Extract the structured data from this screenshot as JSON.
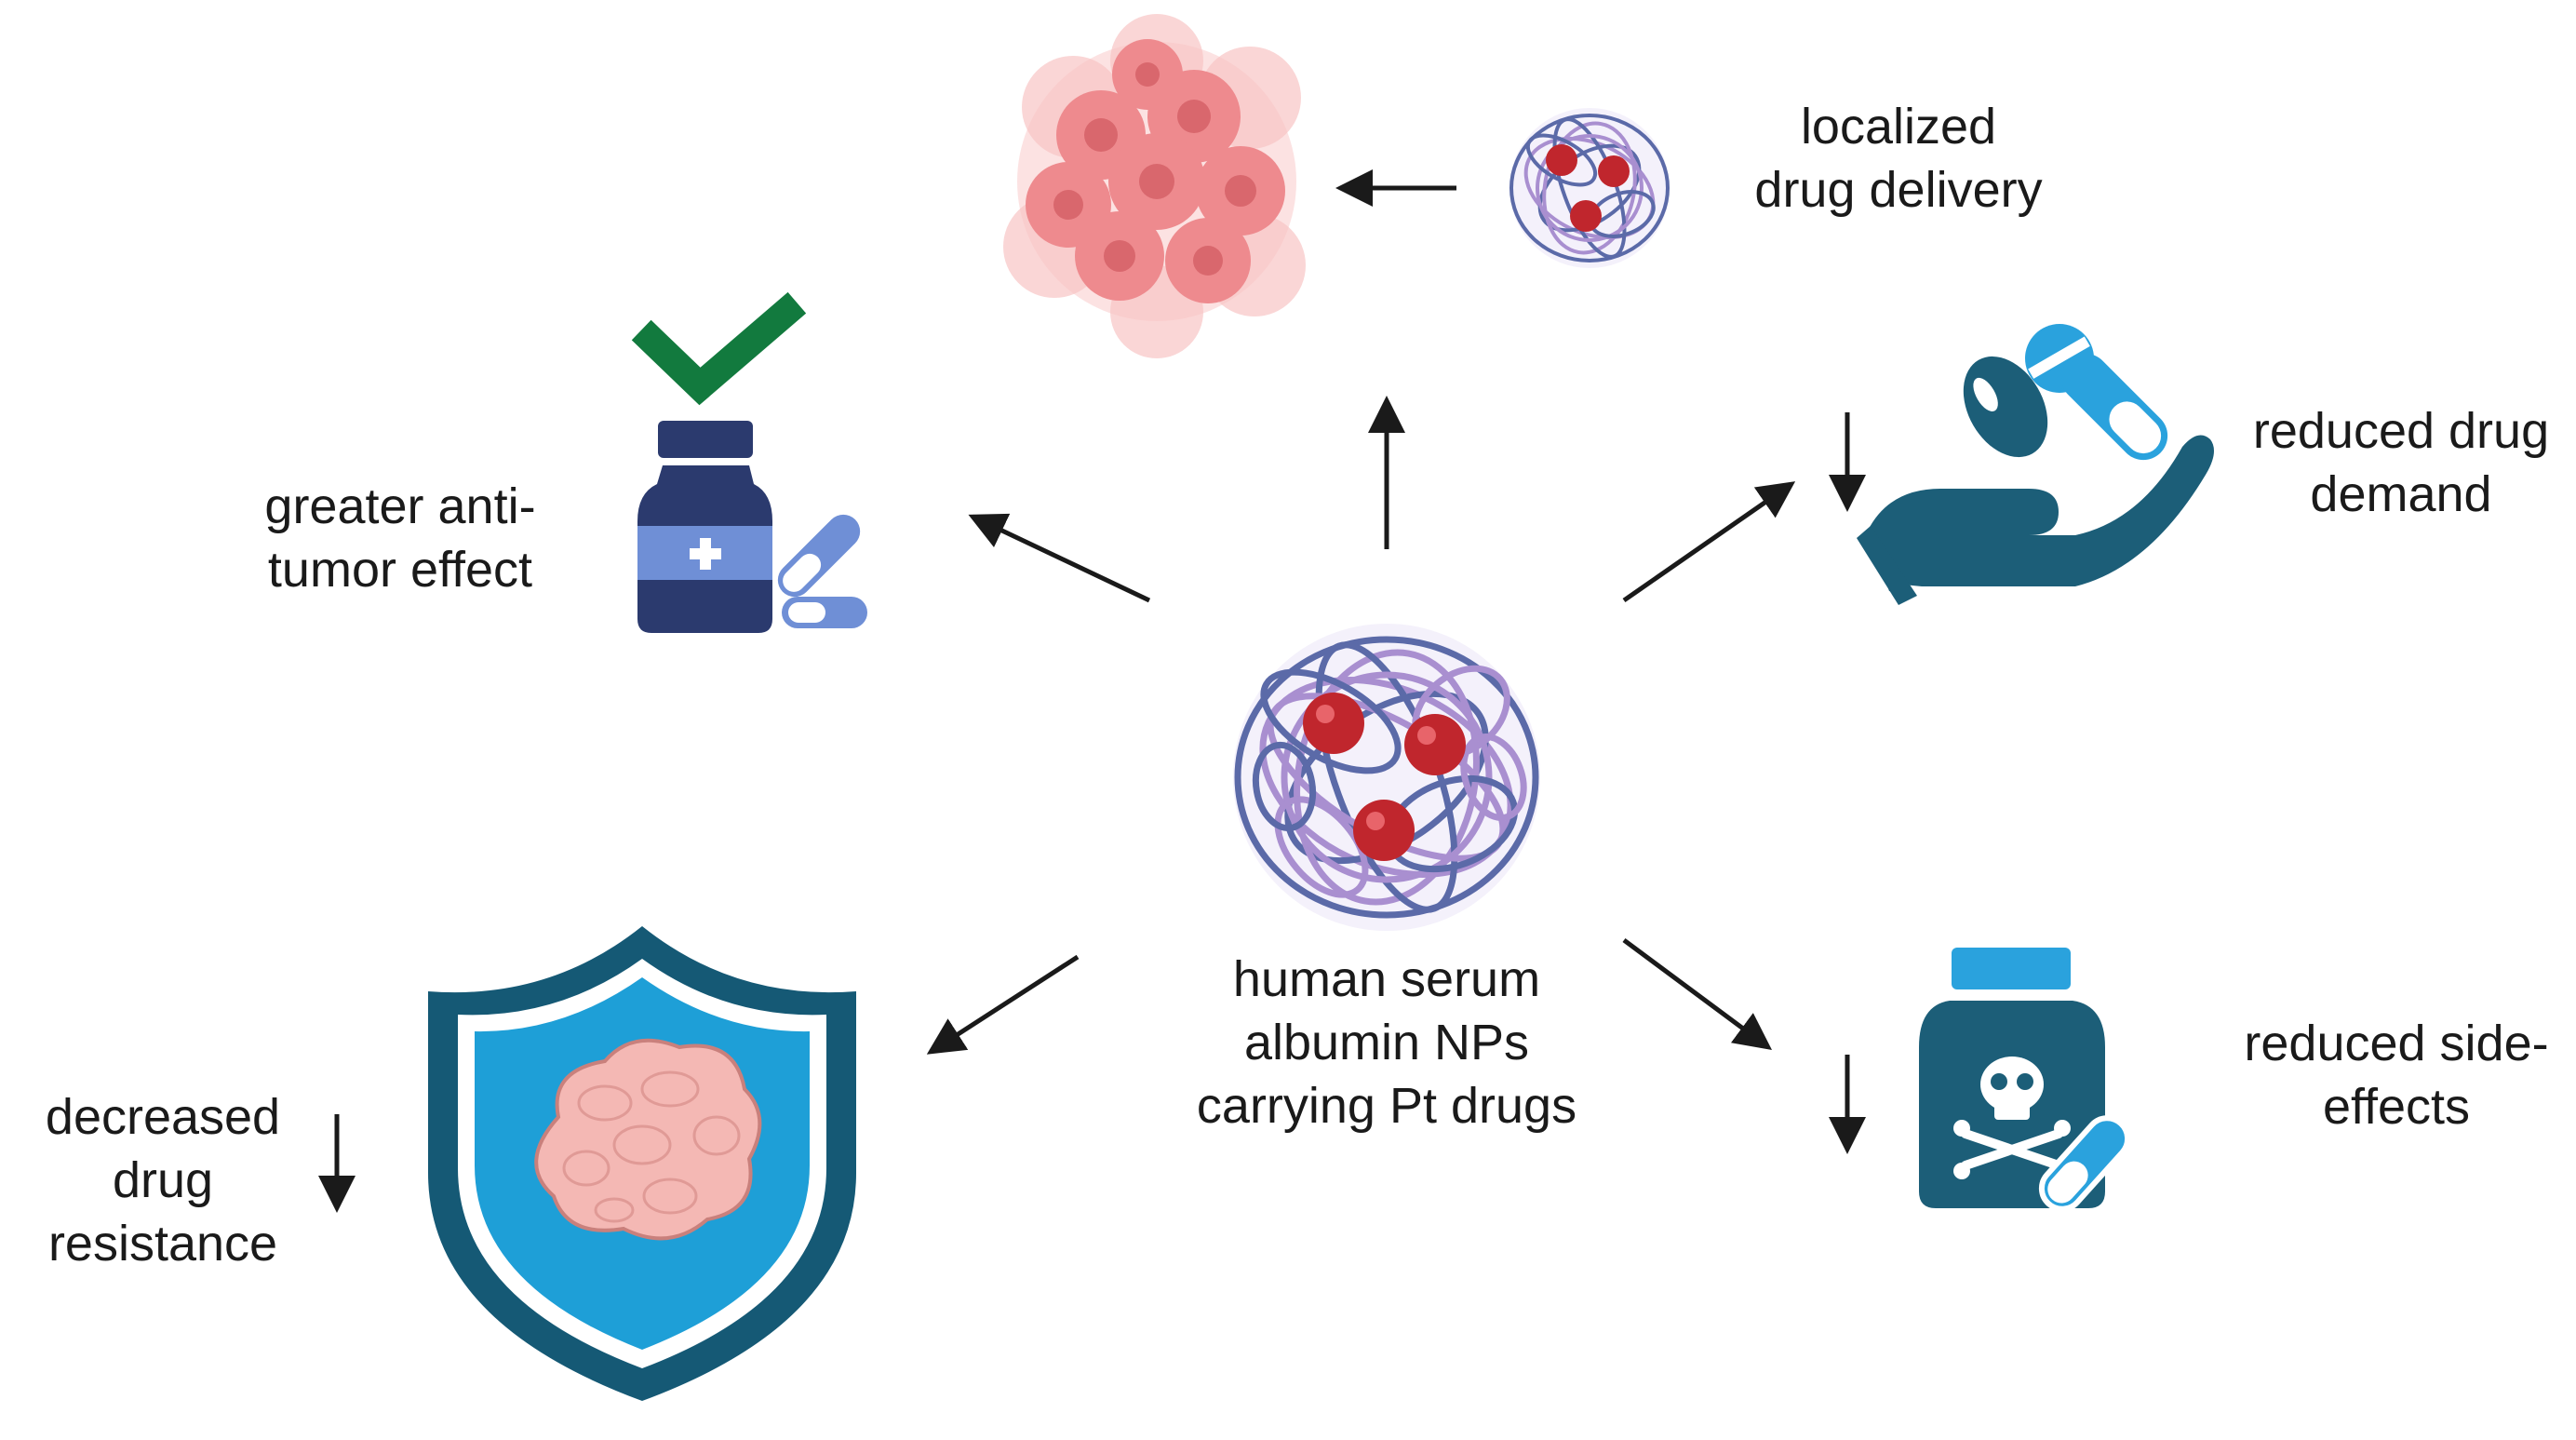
{
  "center": {
    "label_lines": [
      "human serum",
      "albumin NPs",
      "carrying Pt drugs"
    ]
  },
  "effects": {
    "localized": {
      "lines": [
        "localized",
        "drug delivery"
      ]
    },
    "antitumor": {
      "lines": [
        "greater anti-",
        "tumor effect"
      ]
    },
    "demand": {
      "lines": [
        "reduced drug",
        "demand"
      ]
    },
    "resistance": {
      "lines": [
        "decreased",
        "drug",
        "resistance"
      ]
    },
    "side_effects": {
      "lines": [
        "reduced side-",
        "effects"
      ]
    }
  },
  "colors": {
    "nanoparticle_strand_dark": "#5b6aa8",
    "nanoparticle_strand_light": "#a98fd0",
    "drug_red": "#c0262d",
    "tumor_pink": "#ee8a8e",
    "bottle_navy": "#2b3a6e",
    "bottle_label": "#6f8fd6",
    "check_green": "#127a3e",
    "teal": "#1c5e78",
    "light_blue": "#2aa2dd",
    "shield_dark": "#155975",
    "shield_fill": "#1e9fd7",
    "tumor_mass": "#f4b8b4",
    "arrow": "#1a1a1a"
  }
}
